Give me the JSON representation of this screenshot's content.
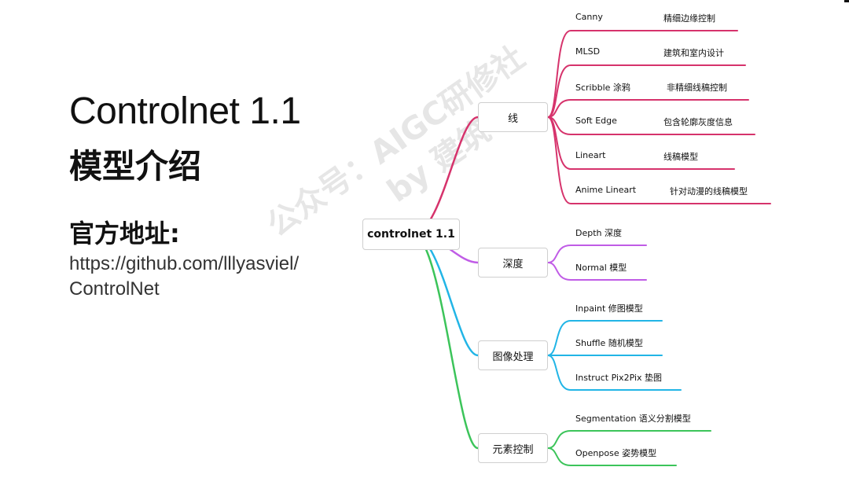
{
  "slide": {
    "title_en": "Controlnet 1.1",
    "title_cn": "模型介绍",
    "address_label": "官方地址:",
    "address_url_line1": "https://github.com/lllyasviel/",
    "address_url_line2": "ControlNet",
    "watermark_line1": "公众号：AIGC研修社",
    "watermark_line2": "by 建筑"
  },
  "mindmap": {
    "root": "controlnet 1.1",
    "branches": [
      {
        "label": "线",
        "color": "#d6336c",
        "children": [
          {
            "name": "Canny",
            "desc": "精细边缘控制"
          },
          {
            "name": "MLSD",
            "desc": "建筑和室内设计"
          },
          {
            "name": "Scribble 涂鸦",
            "desc": "非精细线稿控制"
          },
          {
            "name": "Soft Edge",
            "desc": "包含轮廓灰度信息"
          },
          {
            "name": "Lineart",
            "desc": "线稿模型"
          },
          {
            "name": "Anime Lineart",
            "desc": "针对动漫的线稿模型"
          }
        ]
      },
      {
        "label": "深度",
        "color": "#c05ce6",
        "children": [
          {
            "name": "Depth 深度",
            "desc": ""
          },
          {
            "name": "Normal 模型",
            "desc": ""
          }
        ]
      },
      {
        "label": "图像处理",
        "color": "#22b5e6",
        "children": [
          {
            "name": "Inpaint 修图模型",
            "desc": ""
          },
          {
            "name": "Shuffle 随机模型",
            "desc": ""
          },
          {
            "name": "Instruct Pix2Pix 垫图",
            "desc": ""
          }
        ]
      },
      {
        "label": "元素控制",
        "color": "#3cc45a",
        "children": [
          {
            "name": "Segmentation 语义分割模型",
            "desc": ""
          },
          {
            "name": "Openpose 姿势模型",
            "desc": ""
          }
        ]
      }
    ]
  }
}
